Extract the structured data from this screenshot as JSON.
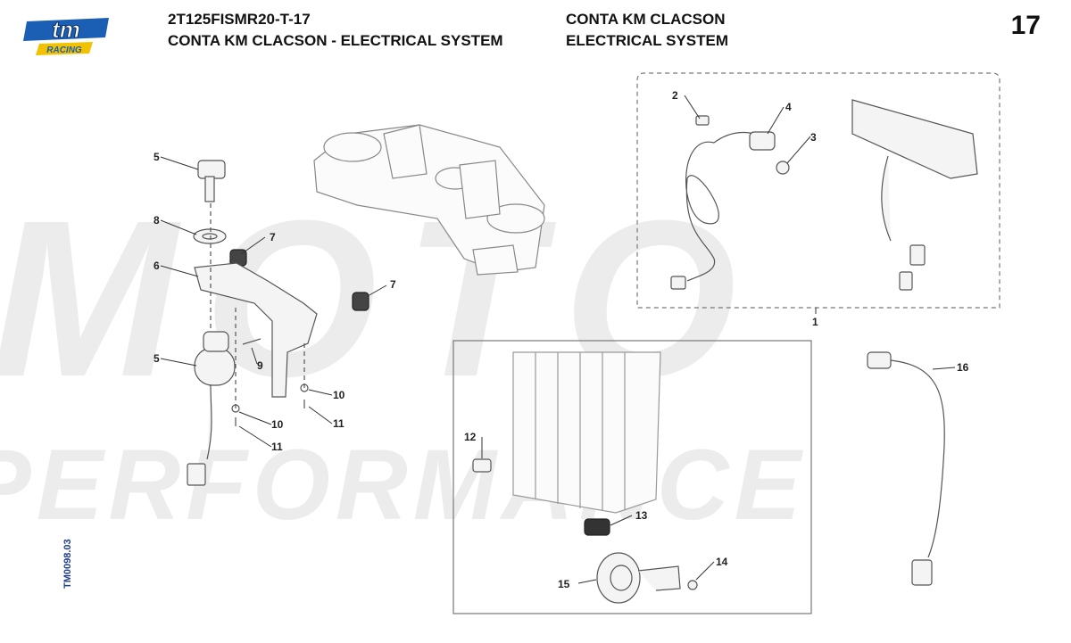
{
  "header": {
    "code": "2T125FISMR20-T-17",
    "title_left": "CONTA KM CLACSON - ELECTRICAL SYSTEM",
    "title_right_1": "CONTA KM CLACSON",
    "title_right_2": "ELECTRICAL SYSTEM",
    "page_number": "17"
  },
  "logo": {
    "brand": "tm",
    "subtitle": "RACING"
  },
  "watermark": {
    "line1": "MOTO",
    "line2": "PERFORMANCE"
  },
  "doc_ref": "TM0098.03",
  "callouts": {
    "c1": "1",
    "c2": "2",
    "c3": "3",
    "c4": "4",
    "c5a": "5",
    "c5b": "5",
    "c6": "6",
    "c7a": "7",
    "c7b": "7",
    "c8": "8",
    "c9": "9",
    "c10a": "10",
    "c10b": "10",
    "c11a": "11",
    "c11b": "11",
    "c12": "12",
    "c13": "13",
    "c14": "14",
    "c15": "15",
    "c16": "16"
  },
  "colors": {
    "logo_blue": "#1a5fb4",
    "logo_yellow": "#f2c200",
    "doc_ref": "#1f3e8a"
  }
}
